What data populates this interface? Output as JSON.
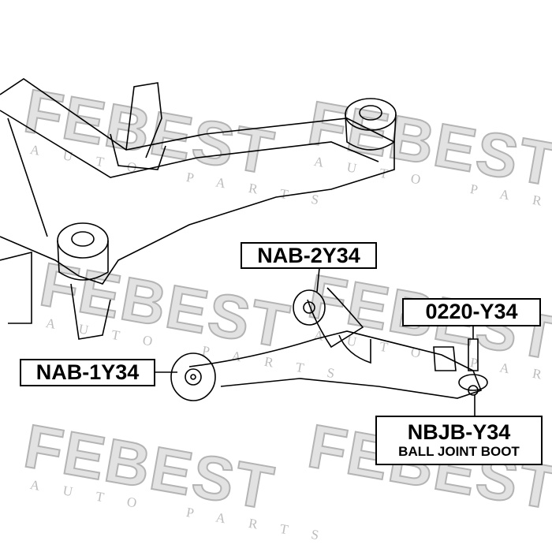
{
  "watermark": {
    "brand": "FEBEST",
    "tagline": "AUTO PARTS"
  },
  "labels": {
    "upper_rear_bushing": "NAB-2Y34",
    "ball_joint": "0220-Y34",
    "front_bushing": "NAB-1Y34",
    "ball_joint_boot": "NBJB-Y34",
    "ball_joint_boot_desc": "BALL JOINT BOOT"
  }
}
